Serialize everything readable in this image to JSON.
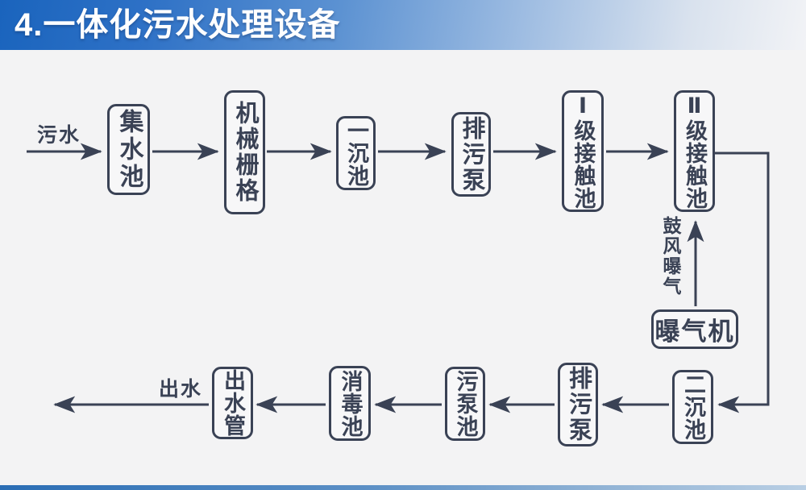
{
  "header": {
    "title": "4.一体化污水处理设备"
  },
  "flow": {
    "inflow_label": "污水",
    "outflow_label": "出水",
    "aeration_label": "鼓风曝气",
    "top_row": [
      "集水池",
      "机械栅格",
      "一沉池",
      "排污泵",
      "Ⅰ级接触池",
      "Ⅱ级接触池"
    ],
    "aerator": "曝气机",
    "bottom_row": [
      "二沉池",
      "排污泵",
      "污泵池",
      "消毒池",
      "出水管"
    ]
  },
  "colors": {
    "header_blue": "#1a64bd",
    "line_navy": "#3a4255",
    "background": "#f3f3f4",
    "accent_bar": "#2a6db4"
  }
}
